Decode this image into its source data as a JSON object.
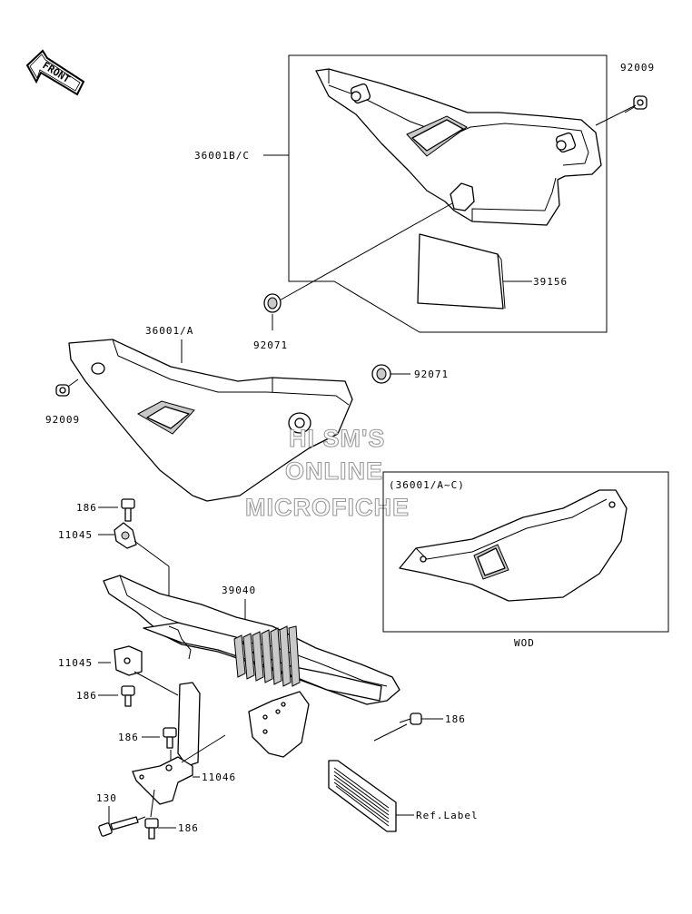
{
  "front_marker": "FRONT",
  "labels": {
    "p92009_top": "92009",
    "p36001bc": "36001B/C",
    "p39156": "39156",
    "p92071_a": "92071",
    "p36001a": "36001/A",
    "p92071_b": "92071",
    "p92009_left": "92009",
    "p186_a": "186",
    "p11045_a": "11045",
    "p39040": "39040",
    "p11045_b": "11045",
    "p186_b": "186",
    "p186_c": "186",
    "p186_d": "186",
    "p11046": "11046",
    "p130": "130",
    "p186_e": "186",
    "ref_label": "Ref.Label",
    "inset_title": "(36001/A~C)",
    "inset_code": "WOD"
  },
  "watermark": {
    "line1": "HI SM'S",
    "line2": "ONLINE",
    "line3": "MICROFICHE"
  }
}
